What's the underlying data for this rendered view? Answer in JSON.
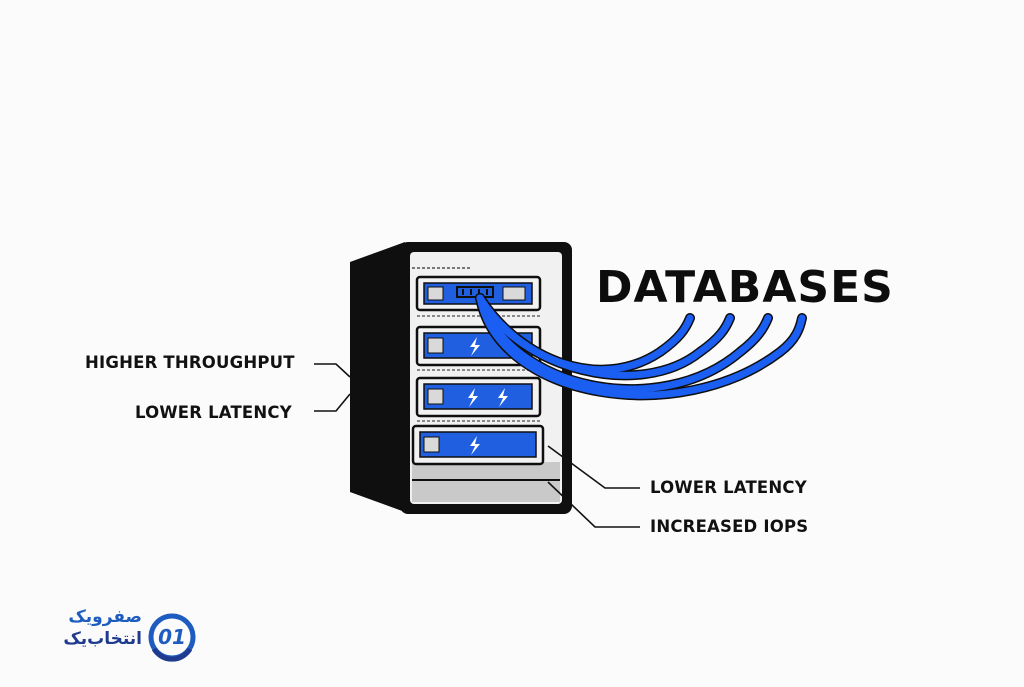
{
  "diagram": {
    "title": "DATABASES",
    "left_labels": [
      "HIGHER THROUGHPUT",
      "LOWER LATENCY"
    ],
    "right_labels": [
      "LOWER LATENCY",
      "INCREASED IOPS"
    ],
    "colors": {
      "accent": "#1f5fe0",
      "cable": "#1a5ef2",
      "cabinet": "#0f0f0f",
      "text": "#111111"
    },
    "icons": [
      "server-rack-icon",
      "lightning-bolt-icon",
      "network-port-icon",
      "cable-icon"
    ]
  },
  "logo": {
    "line1": "صفرویک",
    "line2": "انتخاب‌یک",
    "mark_text": "01"
  }
}
